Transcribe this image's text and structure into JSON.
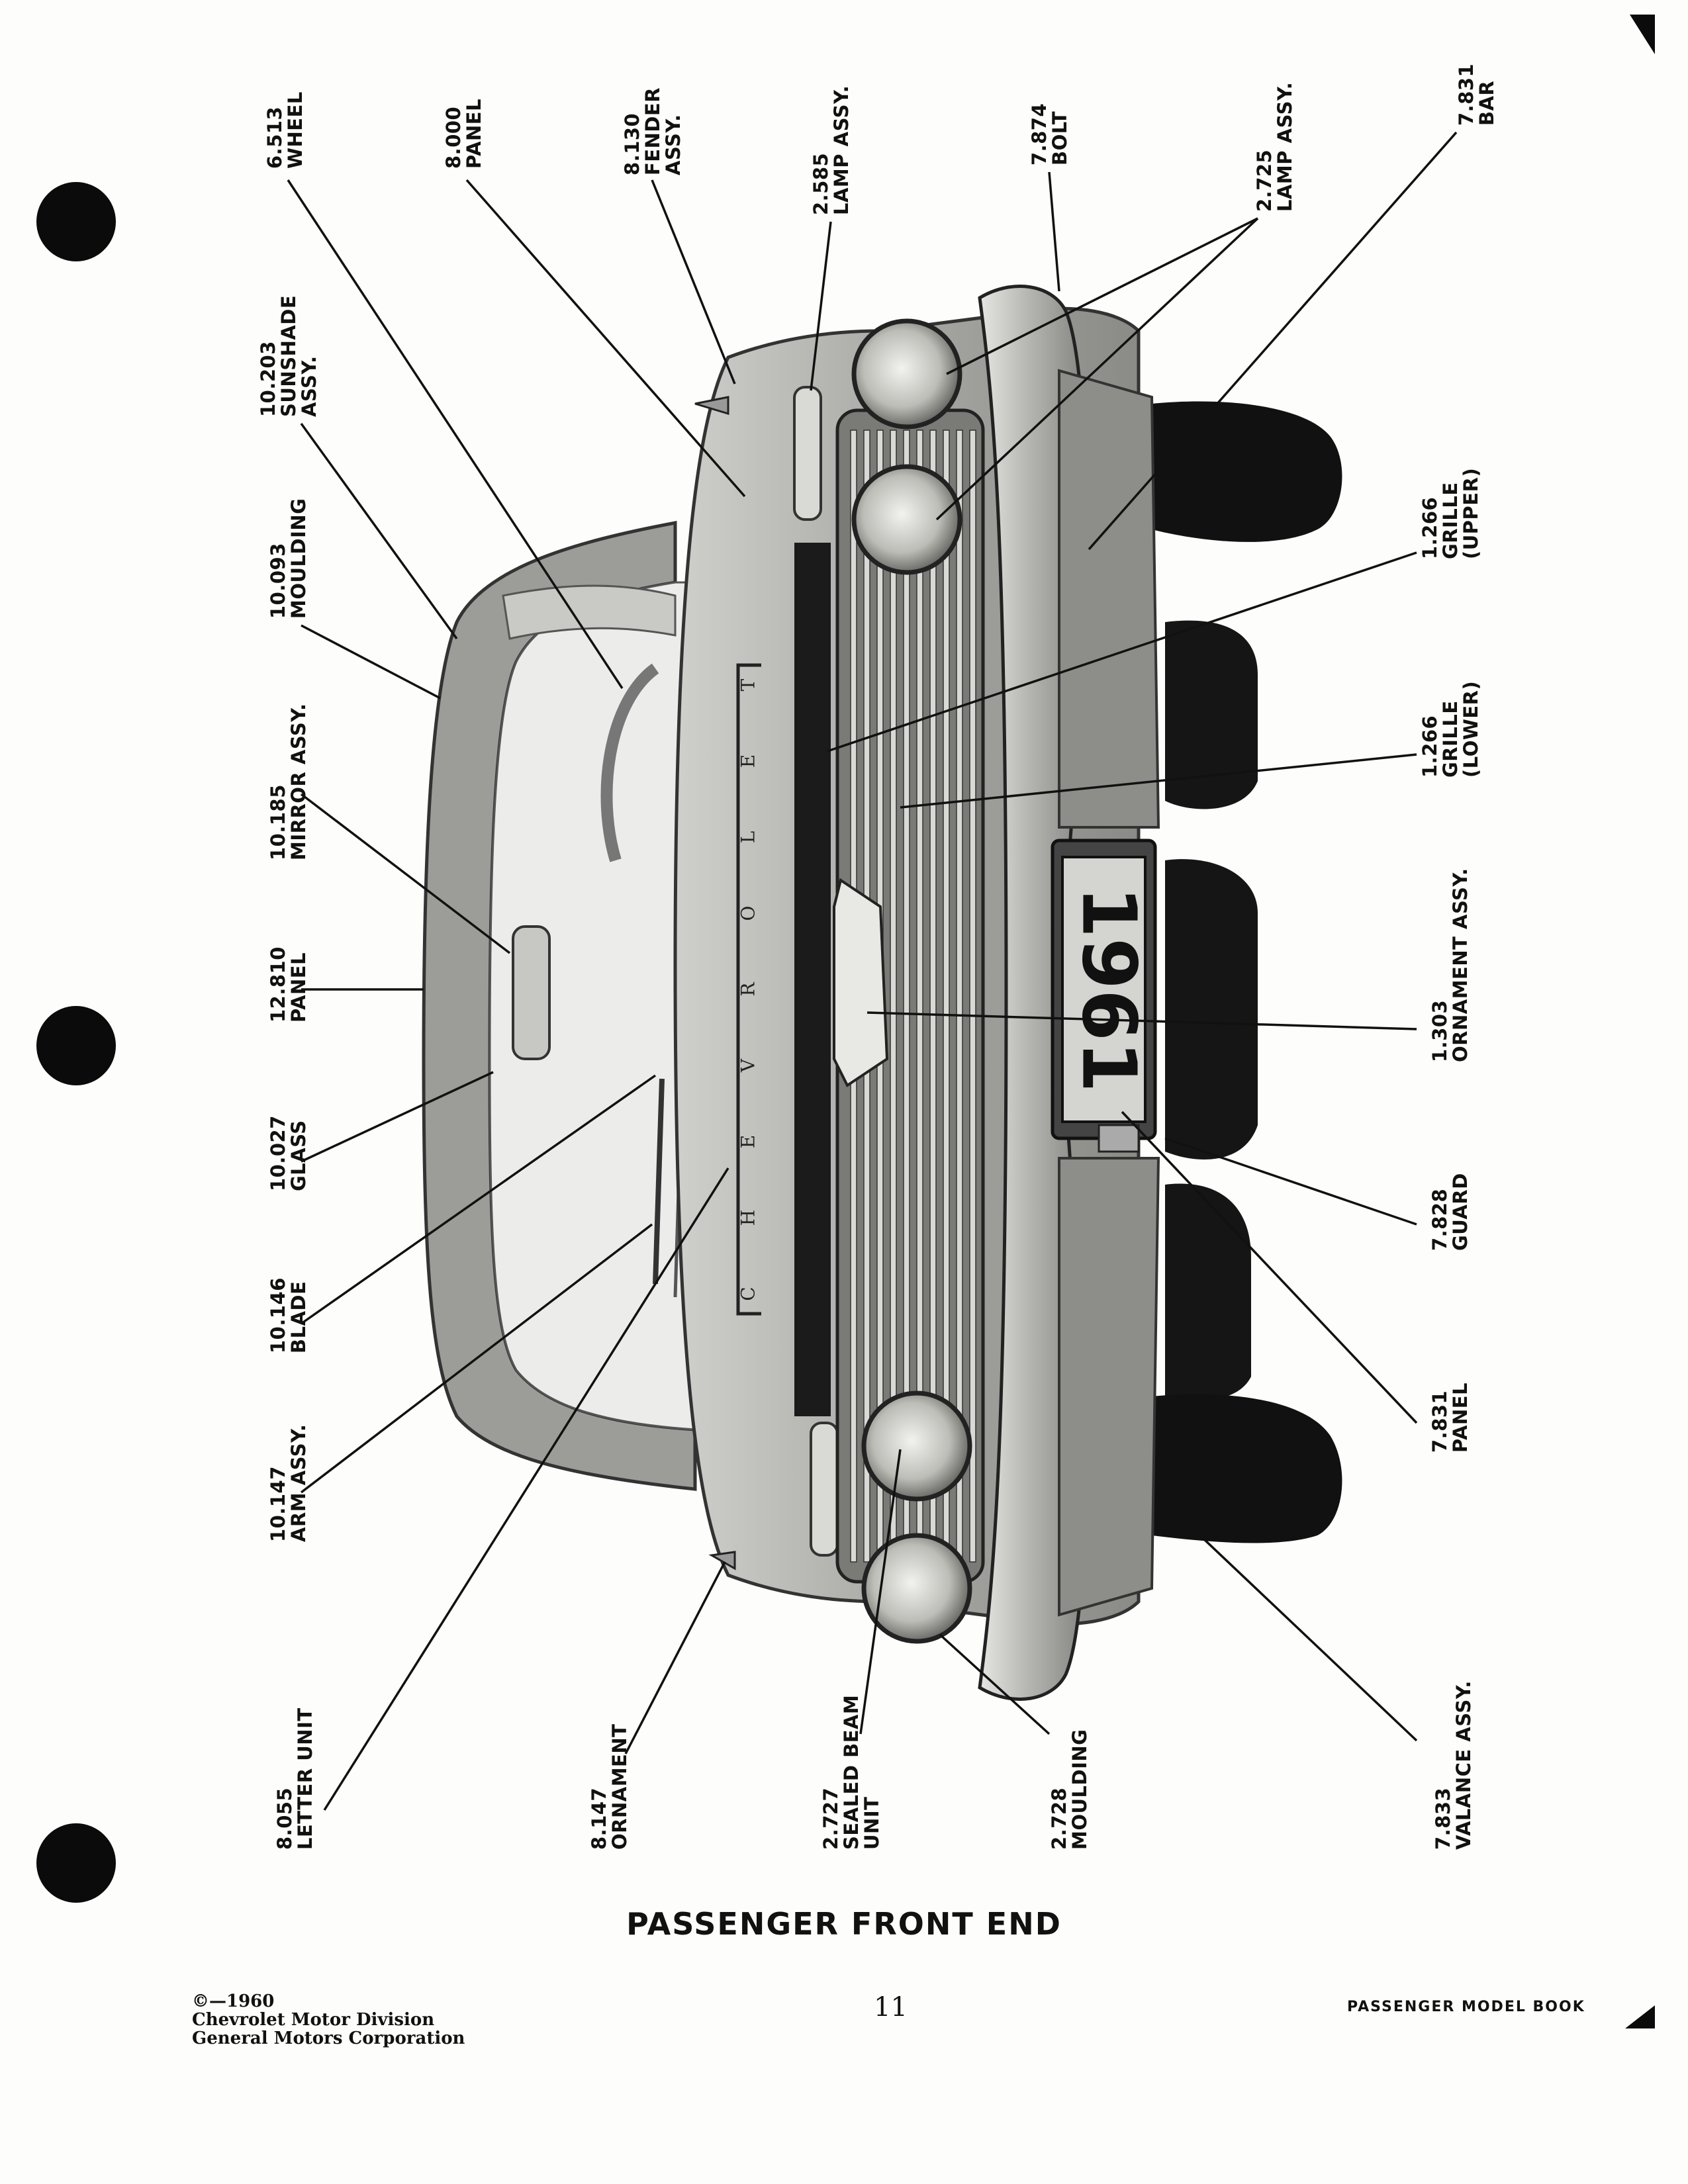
{
  "callouts_top": [
    {
      "number": "6.513",
      "part": "WHEEL"
    },
    {
      "number": "8.000",
      "part": "PANEL"
    },
    {
      "number": "8.130",
      "part": "FENDER",
      "part2": "ASSY."
    },
    {
      "number": "2.585",
      "part": "LAMP ASSY."
    },
    {
      "number": "7.874",
      "part": "BOLT"
    },
    {
      "number": "2.725",
      "part": "LAMP ASSY."
    },
    {
      "number": "7.831",
      "part": "BAR"
    }
  ],
  "callouts_left": [
    {
      "number": "10.203",
      "part": "SUNSHADE",
      "part2": "ASSY."
    },
    {
      "number": "10.093",
      "part": "MOULDING"
    },
    {
      "number": "10.185",
      "part": "MIRROR ASSY."
    },
    {
      "number": "12.810",
      "part": "PANEL"
    },
    {
      "number": "10.027",
      "part": "GLASS"
    },
    {
      "number": "10.146",
      "part": "BLADE"
    },
    {
      "number": "10.147",
      "part": "ARM ASSY."
    }
  ],
  "callouts_right": [
    {
      "number": "1.266",
      "part": "GRILLE",
      "part2": "(UPPER)"
    },
    {
      "number": "1.266",
      "part": "GRILLE",
      "part2": "(LOWER)"
    },
    {
      "number": "1.303",
      "part": "ORNAMENT ASSY."
    },
    {
      "number": "7.828",
      "part": "GUARD"
    },
    {
      "number": "7.831",
      "part": "PANEL"
    }
  ],
  "callouts_bottom": [
    {
      "number": "8.055",
      "part": "LETTER UNIT"
    },
    {
      "number": "8.147",
      "part": "ORNAMENT"
    },
    {
      "number": "2.727",
      "part": "SEALED BEAM",
      "part2": "UNIT"
    },
    {
      "number": "2.728",
      "part": "MOULDING"
    },
    {
      "number": "7.833",
      "part": "VALANCE ASSY."
    }
  ],
  "car": {
    "plate_text": "1961",
    "nameplate_letters": [
      "C",
      "H",
      "E",
      "V",
      "R",
      "O",
      "L",
      "E",
      "T"
    ]
  },
  "caption": "PASSENGER FRONT END",
  "footer": {
    "copyright": "©—1960",
    "division": "Chevrolet Motor Division",
    "corporation": "General Motors Corporation",
    "page_number": "11",
    "book_title": "PASSENGER MODEL BOOK"
  }
}
